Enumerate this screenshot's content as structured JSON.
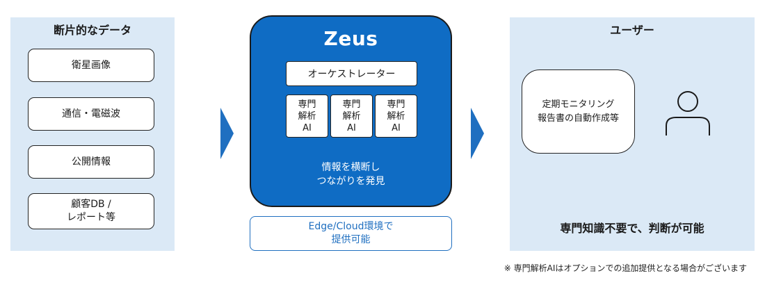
{
  "left": {
    "title": "断片的なデータ",
    "items": [
      {
        "lines": [
          "衛星画像"
        ]
      },
      {
        "lines": [
          "通信・電磁波"
        ]
      },
      {
        "lines": [
          "公開情報"
        ]
      },
      {
        "lines": [
          "顧客DB /",
          "レポート等"
        ]
      }
    ]
  },
  "zeus": {
    "title": "Zeus",
    "orchestrator": "オーケストレーター",
    "ai_boxes": [
      {
        "lines": [
          "専門",
          "解析",
          "AI"
        ]
      },
      {
        "lines": [
          "専門",
          "解析",
          "AI"
        ]
      },
      {
        "lines": [
          "専門",
          "解析",
          "AI"
        ]
      }
    ],
    "caption_lines": [
      "情報を横断し",
      "つながりを発見"
    ],
    "edge_lines": [
      "Edge/Cloud環境で",
      "提供可能"
    ]
  },
  "right": {
    "title": "ユーザー",
    "box_lines": [
      "定期モニタリング",
      "報告書の自動作成等"
    ],
    "caption": "専門知識不要で、判断が可能",
    "icon": "user-icon"
  },
  "footnote": "※ 専門解析AIはオプションでの追加提供となる場合がございます",
  "colors": {
    "panel_bg": "#dbe9f6",
    "zeus_blue": "#0f6cc4",
    "arrow_blue": "#1f6fc0"
  }
}
